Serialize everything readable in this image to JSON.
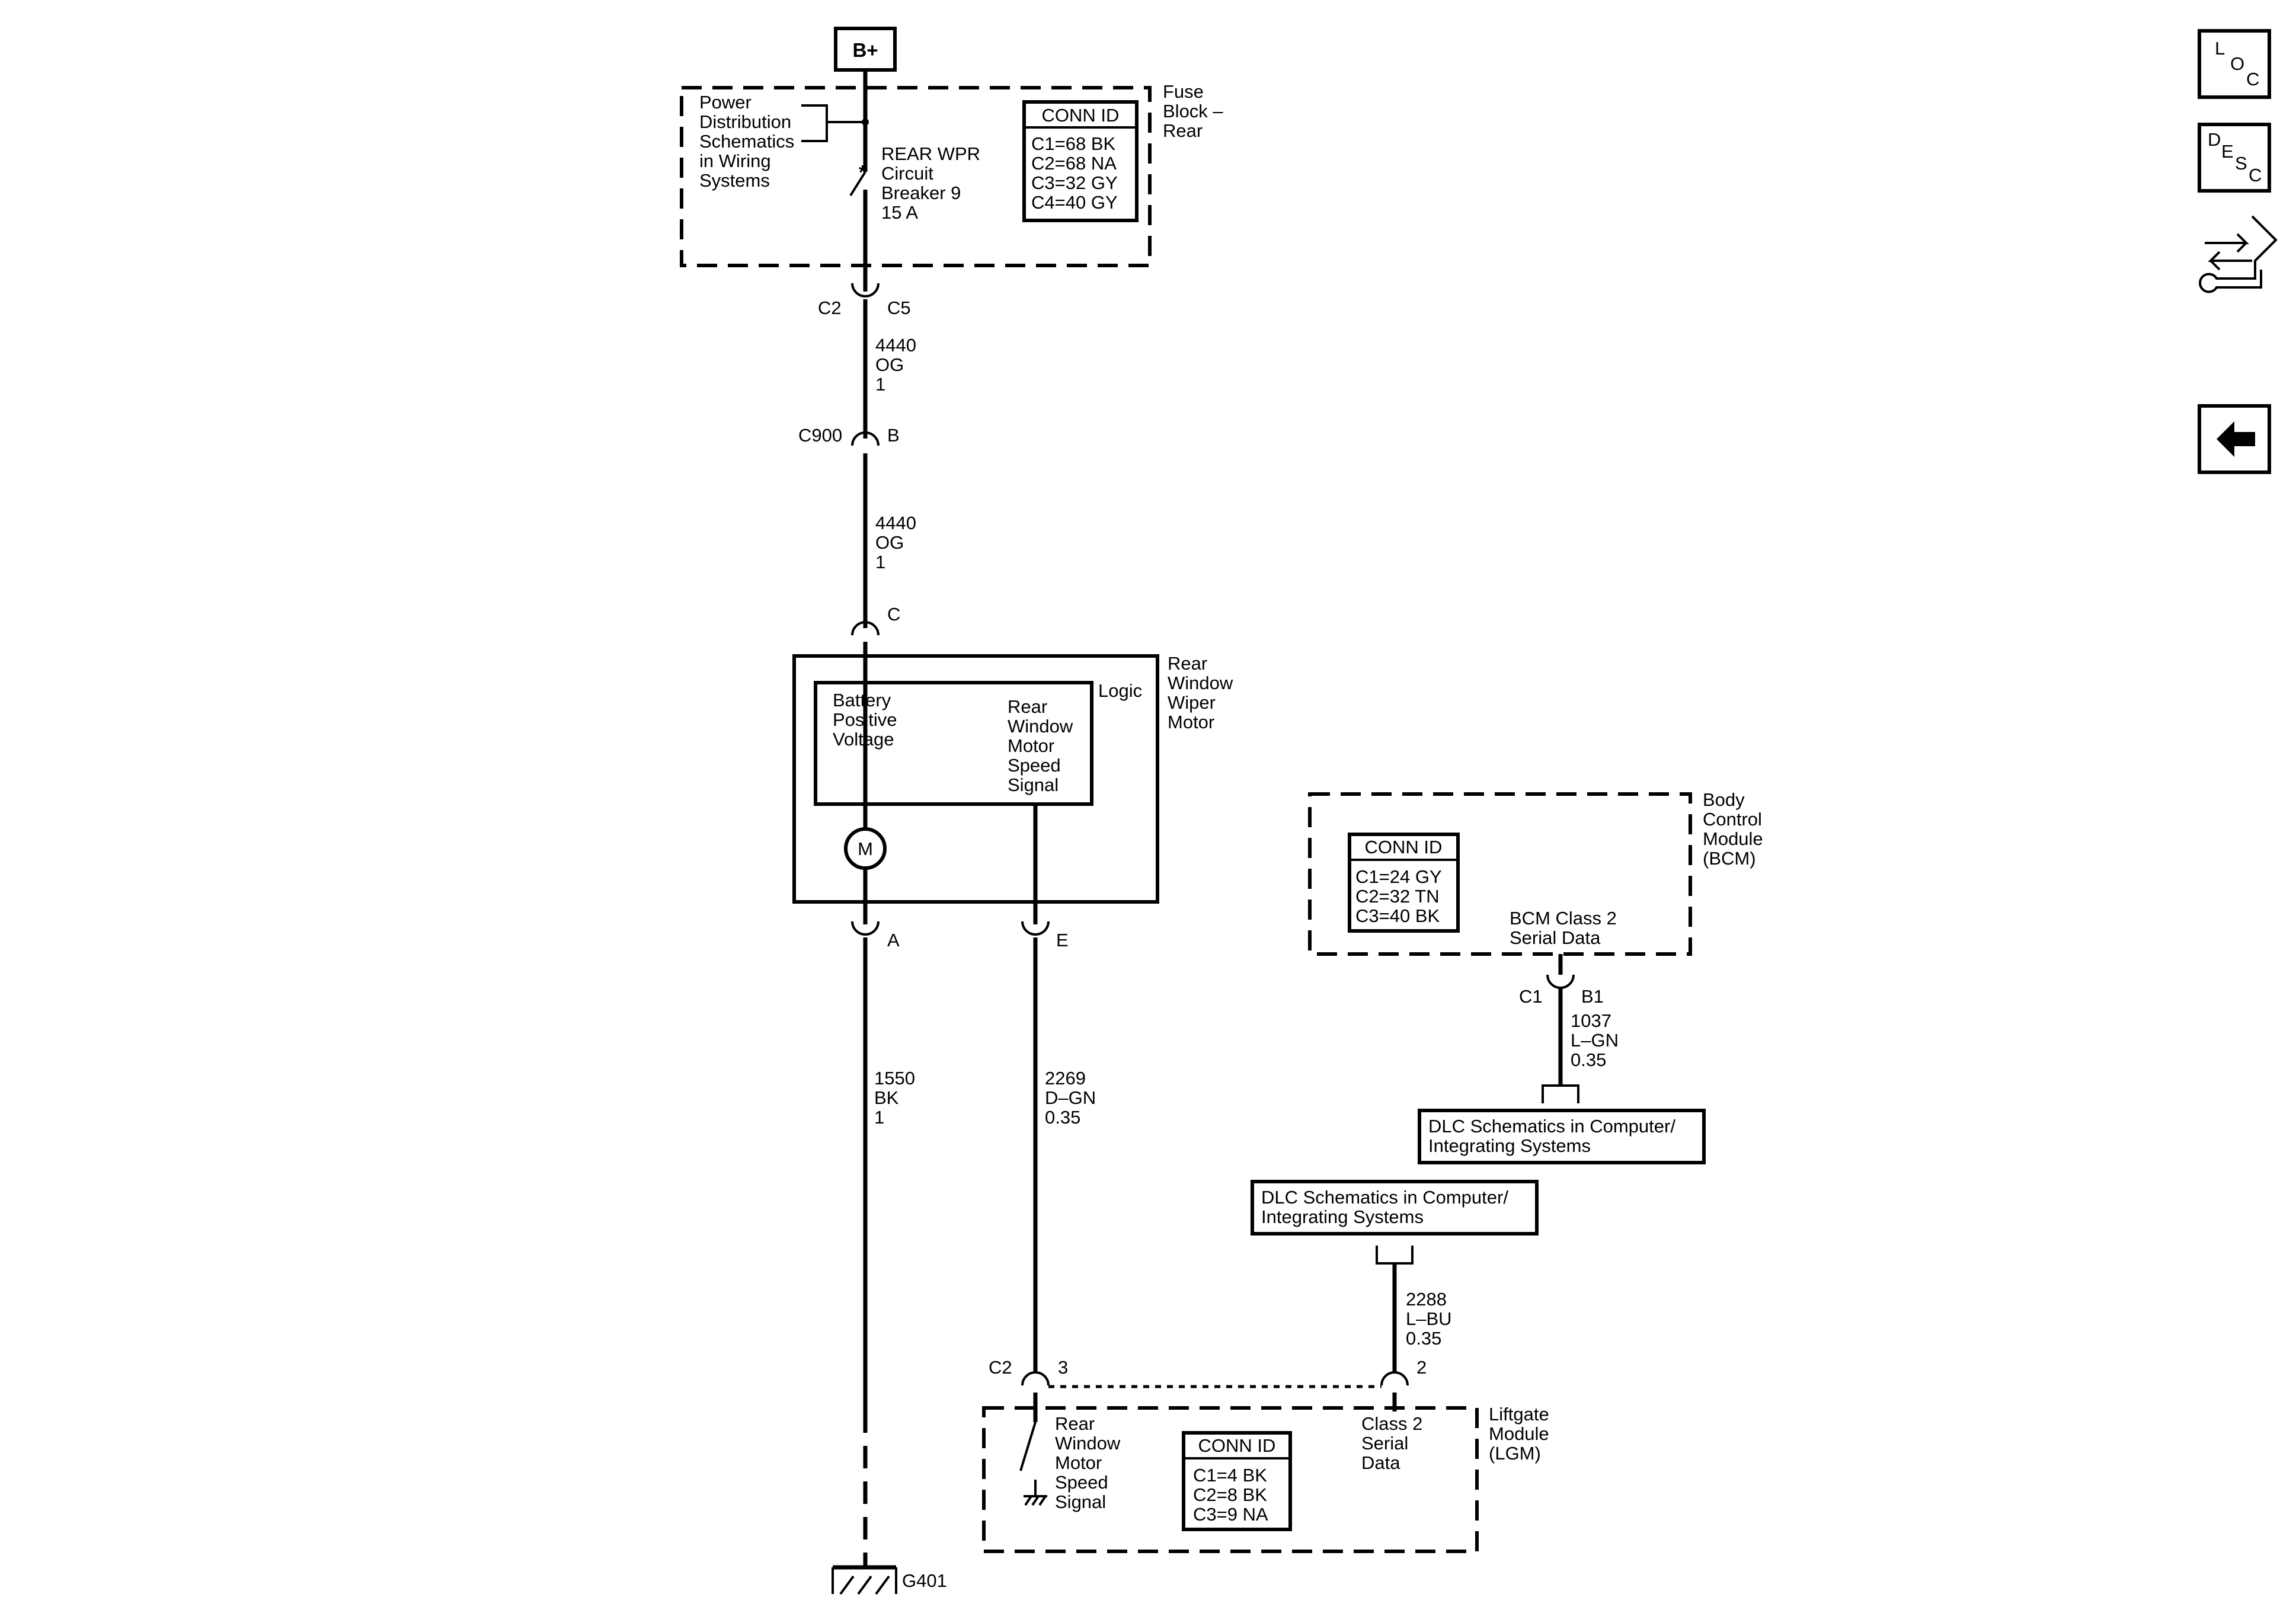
{
  "power": {
    "source": "B+",
    "distribution_note": [
      "Power",
      "Distribution",
      "Schematics",
      "in Wiring",
      "Systems"
    ],
    "breaker_label": [
      "REAR WPR",
      "Circuit",
      "Breaker 9",
      "15 A"
    ]
  },
  "fuse_block": {
    "name": [
      "Fuse",
      "Block –",
      "Rear"
    ],
    "conn_id": {
      "title": "CONN ID",
      "rows": [
        "C1=68 BK",
        "C2=68 NA",
        "C3=32 GY",
        "C4=40 GY"
      ]
    }
  },
  "connectors": {
    "fuse_out": {
      "left": "C2",
      "right": "C5"
    },
    "inline": {
      "left": "C900",
      "right": "B"
    },
    "motor_in": "C",
    "motor_ground": "A",
    "motor_signal": "E",
    "bcm_out": {
      "left": "C1",
      "right": "B1"
    },
    "lgm_signal": {
      "left": "C2",
      "right": "3"
    },
    "lgm_data": "2"
  },
  "wires": {
    "w1": [
      "4440",
      "OG",
      "1"
    ],
    "w2": [
      "4440",
      "OG",
      "1"
    ],
    "ground": [
      "1550",
      "BK",
      "1"
    ],
    "signal": [
      "2269",
      "D–GN",
      "0.35"
    ],
    "bcm_data": [
      "1037",
      "L–GN",
      "0.35"
    ],
    "lgm_data": [
      "2288",
      "L–BU",
      "0.35"
    ]
  },
  "motor": {
    "name": [
      "Rear",
      "Window",
      "Wiper",
      "Motor"
    ],
    "logic_label": "Logic",
    "battery_label": [
      "Battery",
      "Positive",
      "Voltage"
    ],
    "speed_label": [
      "Rear",
      "Window",
      "Motor",
      "Speed",
      "Signal"
    ],
    "symbol": "M"
  },
  "bcm": {
    "name": [
      "Body",
      "Control",
      "Module",
      "(BCM)"
    ],
    "conn_id": {
      "title": "CONN ID",
      "rows": [
        "C1=24 GY",
        "C2=32 TN",
        "C3=40 BK"
      ]
    },
    "data_label": [
      "BCM Class 2",
      "Serial Data"
    ]
  },
  "dlc_upper": [
    "DLC Schematics in Computer/",
    "Integrating Systems"
  ],
  "dlc_lower": [
    "DLC Schematics in Computer/",
    "Integrating Systems"
  ],
  "lgm": {
    "name": [
      "Liftgate",
      "Module",
      "(LGM)"
    ],
    "speed_label": [
      "Rear",
      "Window",
      "Motor",
      "Speed",
      "Signal"
    ],
    "conn_id": {
      "title": "CONN ID",
      "rows": [
        "C1=4 BK",
        "C2=8 BK",
        "C3=9 NA"
      ]
    },
    "data_label": [
      "Class 2",
      "Serial",
      "Data"
    ]
  },
  "ground_label": "G401",
  "nav": {
    "loc": [
      "L",
      "O",
      "C"
    ],
    "desc": [
      "D",
      "E",
      "S",
      "C"
    ],
    "icons": [
      "connector-tool-icon",
      "back-arrow-icon"
    ]
  }
}
